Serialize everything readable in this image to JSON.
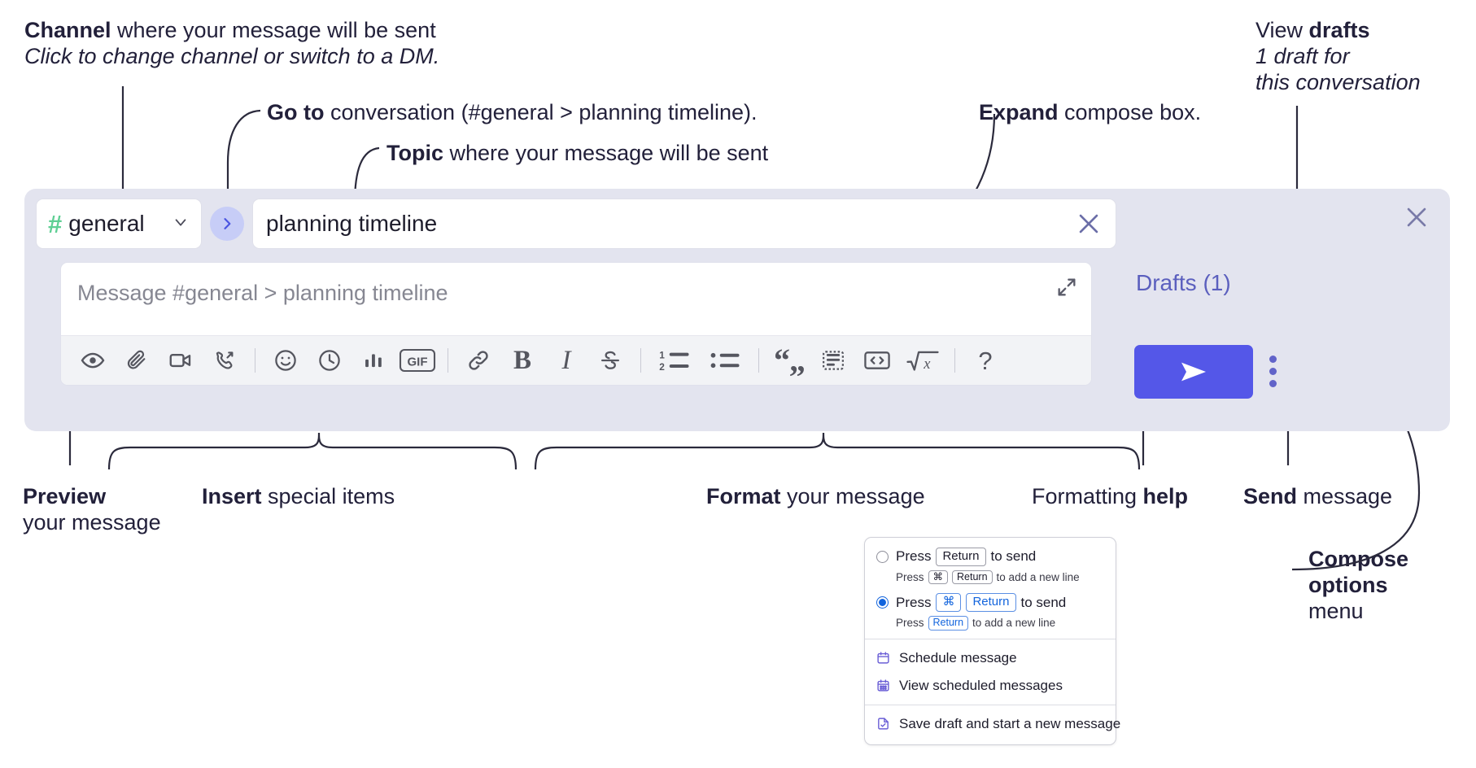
{
  "annotations": {
    "channel": {
      "bold": "Channel",
      "rest": " where your message will be sent",
      "italic": "Click to change channel or switch to a DM."
    },
    "goto": {
      "bold": "Go to",
      "rest": " conversation (#general > planning timeline)."
    },
    "topic": {
      "bold": "Topic",
      "rest": " where your message will be sent"
    },
    "expand": {
      "bold": "Expand",
      "rest": " compose box."
    },
    "drafts": {
      "line1_normal": "View ",
      "line1_bold": "drafts",
      "italic1": "1 draft for",
      "italic2": "this conversation"
    },
    "preview": {
      "bold": "Preview",
      "line2": "your message"
    },
    "insert": {
      "bold": "Insert",
      "rest": " special items"
    },
    "format": {
      "bold": "Format",
      "rest": " your message"
    },
    "help": {
      "normal": "Formatting ",
      "bold": "help"
    },
    "send": {
      "bold": "Send",
      "rest": " message"
    },
    "compose_options": {
      "bold1": "Compose",
      "bold2": "options",
      "normal": "menu"
    }
  },
  "compose": {
    "channel": {
      "hash": "#",
      "name": "general"
    },
    "topic": {
      "value": "planning timeline"
    },
    "message": {
      "placeholder": "Message #general > planning timeline"
    },
    "drafts_label": "Drafts (1)",
    "toolbar": [
      {
        "name": "preview-icon",
        "label": "Preview"
      },
      {
        "name": "attachment-icon",
        "label": "Attach file"
      },
      {
        "name": "video-icon",
        "label": "Record video clip"
      },
      {
        "name": "audio-call-icon",
        "label": "Record audio clip"
      },
      {
        "name": "separator",
        "label": ""
      },
      {
        "name": "emoji-icon",
        "label": "Emoji"
      },
      {
        "name": "clock-icon",
        "label": "Schedule"
      },
      {
        "name": "poll-icon",
        "label": "Poll"
      },
      {
        "name": "gif-icon",
        "label": "GIF"
      },
      {
        "name": "separator",
        "label": ""
      },
      {
        "name": "link-icon",
        "label": "Link"
      },
      {
        "name": "bold-icon",
        "label": "B"
      },
      {
        "name": "italic-icon",
        "label": "I"
      },
      {
        "name": "strikethrough-icon",
        "label": "S"
      },
      {
        "name": "separator",
        "label": ""
      },
      {
        "name": "ordered-list-icon",
        "label": "Ordered list"
      },
      {
        "name": "bulleted-list-icon",
        "label": "Bulleted list"
      },
      {
        "name": "separator",
        "label": ""
      },
      {
        "name": "blockquote-icon",
        "label": "Blockquote"
      },
      {
        "name": "code-block-icon",
        "label": "Code block"
      },
      {
        "name": "code-icon",
        "label": "Code"
      },
      {
        "name": "math-icon",
        "label": "Math"
      },
      {
        "name": "separator",
        "label": ""
      },
      {
        "name": "help-icon",
        "label": "?"
      }
    ]
  },
  "menu": {
    "options": [
      {
        "selected": false,
        "main_prefix": "Press",
        "main_keys": [
          "Return"
        ],
        "main_suffix": "to send",
        "sub_prefix": "Press",
        "sub_keys": [
          "⌘",
          "Return"
        ],
        "sub_suffix": "to add a new line"
      },
      {
        "selected": true,
        "main_prefix": "Press",
        "main_keys": [
          "⌘",
          "Return"
        ],
        "main_suffix": "to send",
        "sub_prefix": "Press",
        "sub_keys": [
          "Return"
        ],
        "sub_suffix": "to add a new line"
      }
    ],
    "items": [
      {
        "icon": "calendar-icon",
        "label": "Schedule message"
      },
      {
        "icon": "calendar-grid-icon",
        "label": "View scheduled messages"
      },
      {
        "icon": "save-draft-icon",
        "label": "Save draft and start a new message",
        "divider_before": true
      }
    ]
  },
  "colors": {
    "panel_bg": "#e3e4ef",
    "send_button": "#5457e8",
    "hash_green": "#5fcf94",
    "accent_purple": "#5b5fbe",
    "radio_blue": "#1264dd",
    "text_dark": "#22203a"
  }
}
